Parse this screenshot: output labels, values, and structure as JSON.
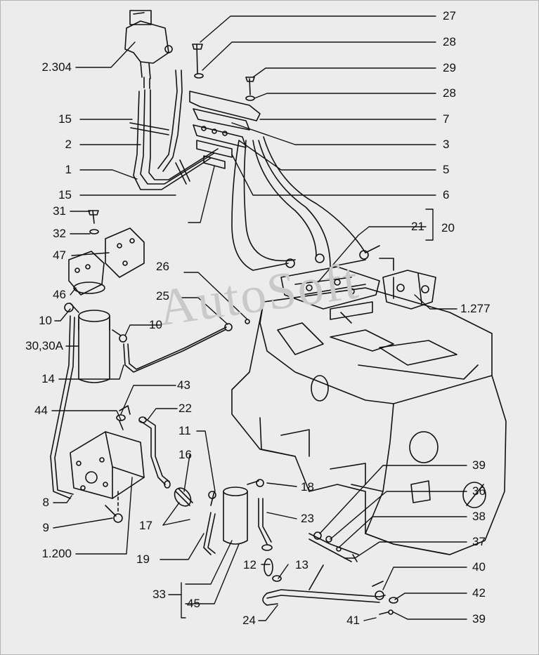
{
  "watermark": "AutoSoft",
  "colors": {
    "background": "#ececec",
    "line": "#111111",
    "watermark": "#c9c9c9"
  },
  "callouts_left": [
    "2.304",
    "15",
    "2",
    "1",
    "15",
    "31",
    "32",
    "47",
    "46",
    "10",
    "30,30A",
    "14",
    "44",
    "8",
    "9",
    "1.200",
    "33",
    "24",
    "41"
  ],
  "callouts_right": [
    "27",
    "28",
    "29",
    "28",
    "7",
    "3",
    "5",
    "6",
    "20",
    "21",
    "1.277",
    "39",
    "36",
    "38",
    "37",
    "40",
    "42",
    "39"
  ],
  "callouts_inner": [
    "26",
    "25",
    "10",
    "43",
    "22",
    "11",
    "16",
    "17",
    "19",
    "18",
    "23",
    "12",
    "13",
    "45"
  ]
}
